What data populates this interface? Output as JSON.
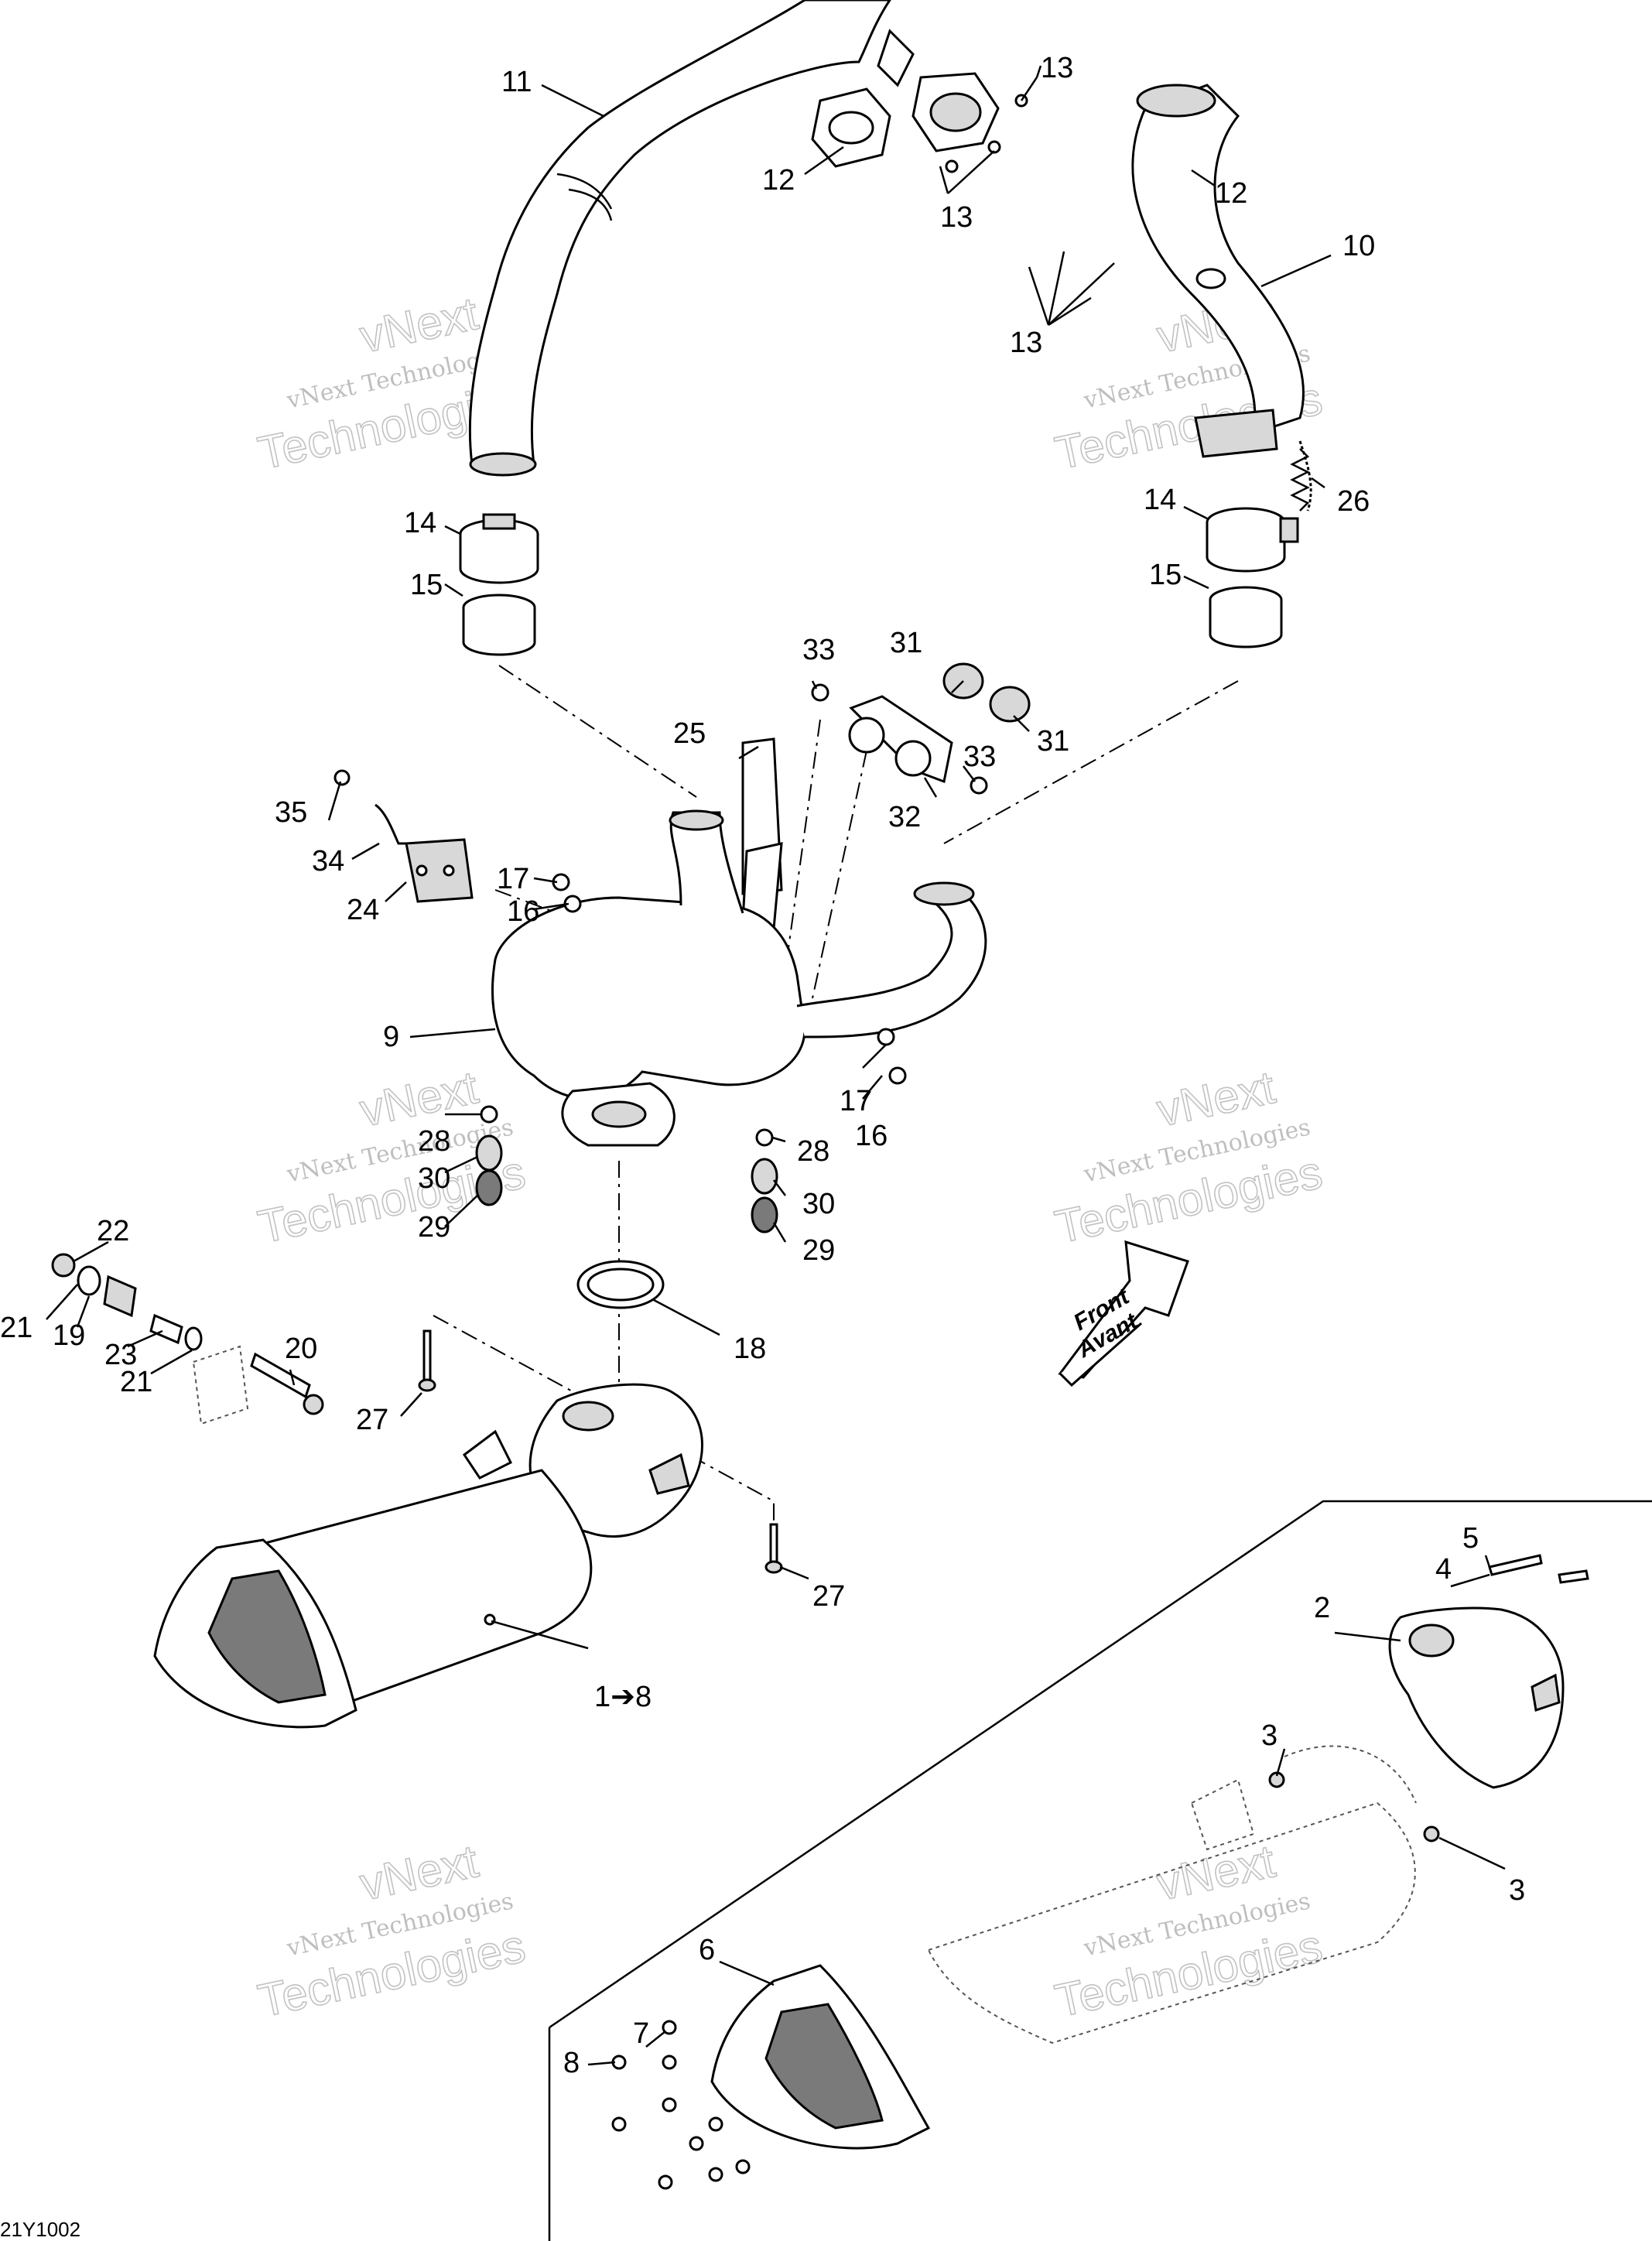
{
  "drawing_ref": "21Y1002",
  "direction_arrow": {
    "line1": "Front",
    "line2": "Avant"
  },
  "watermark": {
    "company": "vNext Technologies",
    "big_top": "vNext",
    "big_bottom": "Technologies"
  },
  "callouts": {
    "c1to8": "1➔8",
    "c2": "2",
    "c3a": "3",
    "c3b": "3",
    "c4": "4",
    "c5": "5",
    "c6": "6",
    "c7": "7",
    "c8": "8",
    "c9": "9",
    "c10": "10",
    "c11": "11",
    "c12a": "12",
    "c12b": "12",
    "c13a": "13",
    "c13b": "13",
    "c13c": "13",
    "c14a": "14",
    "c14b": "14",
    "c15a": "15",
    "c15b": "15",
    "c16a": "16",
    "c16b": "16",
    "c17a": "17",
    "c17b": "17",
    "c18": "18",
    "c19": "19",
    "c20": "20",
    "c21a": "21",
    "c21b": "21",
    "c22": "22",
    "c23": "23",
    "c24": "24",
    "c25": "25",
    "c26": "26",
    "c27a": "27",
    "c27b": "27",
    "c28a": "28",
    "c28b": "28",
    "c29a": "29",
    "c29b": "29",
    "c30a": "30",
    "c30b": "30",
    "c31a": "31",
    "c31b": "31",
    "c32": "32",
    "c33a": "33",
    "c33b": "33",
    "c34": "34",
    "c35": "35"
  }
}
